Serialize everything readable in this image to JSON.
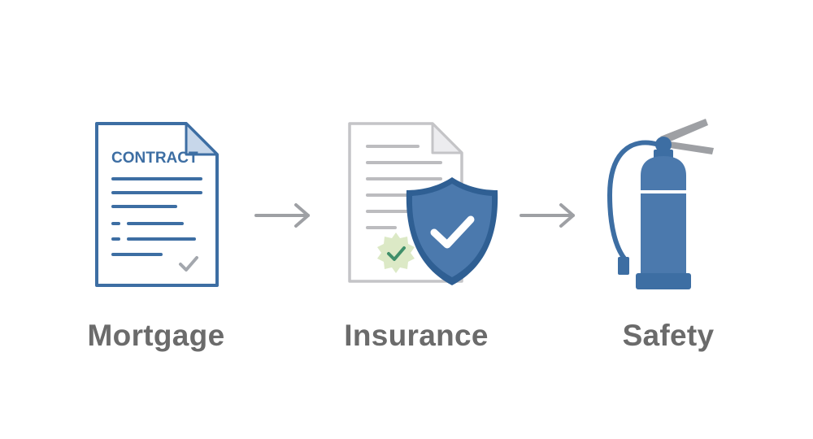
{
  "colors": {
    "accent": "#3d6ea3",
    "accent_fill": "#4b79ad",
    "gray_outline": "#c4c4c7",
    "gray_lines": "#bcbcbf",
    "arrow": "#9ea0a4",
    "label": "#6b6b6b",
    "seal": "#dce9c6",
    "seal_check": "#3f8f6a"
  },
  "steps": [
    {
      "label": "Mortgage",
      "icon": "contract-document-icon",
      "document_heading": "CONTRACT"
    },
    {
      "label": "Insurance",
      "icon": "insurance-shield-icon"
    },
    {
      "label": "Safety",
      "icon": "fire-extinguisher-icon"
    }
  ],
  "connectors": [
    "arrow-right-icon",
    "arrow-right-icon"
  ]
}
